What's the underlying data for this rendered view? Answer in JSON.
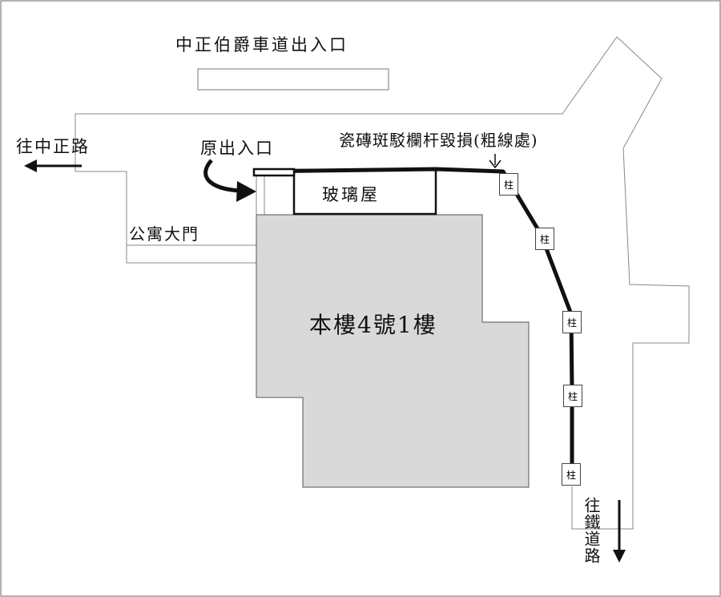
{
  "labels": {
    "driveway_entrance": "中正伯爵車道出入口",
    "to_zhongzheng": "往中正路",
    "original_entrance": "原出入口",
    "tile_railing_damage": "瓷磚斑駁欄杆毀損(粗線處)",
    "glass_house": "玻璃屋",
    "apartment_gate": "公寓大門",
    "main_building": "本樓4號1樓",
    "to_tiedao": "往鐵道路",
    "pillar": "柱"
  },
  "colors": {
    "building_fill": "#d9d9d9",
    "outline": "#333333",
    "thin_line": "#888888",
    "heavy_line": "#111111"
  }
}
